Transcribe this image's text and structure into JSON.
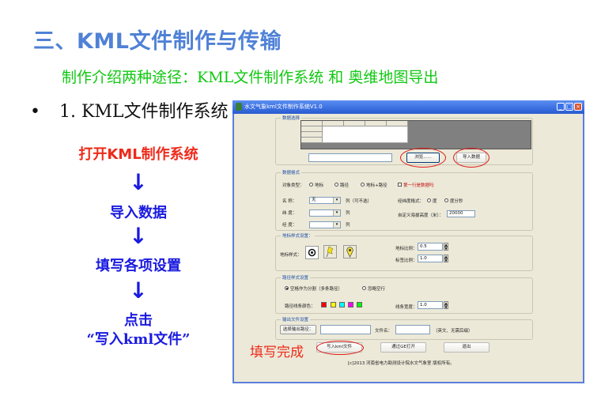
{
  "slide": {
    "title": "三、KML文件制作与传输",
    "subtitle": "制作介绍两种途径：KML文件制作系统 和 奥维地图导出",
    "bullet_dot": "•",
    "bullet": "1. KML文件制作系统",
    "flow": {
      "steps": [
        "打开KML制作系统",
        "导入数据",
        "填写各项设置",
        "点击",
        "“写入kml文件”"
      ],
      "arrow": "↓"
    },
    "annotation_done": "填写完成",
    "colors": {
      "title": "#4f81d6",
      "subtitle": "#11c811",
      "flow_first": "#ee2a1a",
      "flow_steps": "#1a1ae0",
      "highlight_ellipse": "#e01818"
    }
  },
  "window": {
    "title": "水文气象kml文件制作系统V1.0",
    "controls": {
      "minimize": "_",
      "maximize": "□",
      "close": "×"
    },
    "data_select": {
      "label": "数据选择",
      "file_path_value": "",
      "browse_button": "浏览......",
      "import_button": "导入数据"
    },
    "data_format": {
      "label": "数据格式",
      "object_type_label": "对象类型：",
      "object_types": [
        "地标",
        "路径",
        "地标+路径"
      ],
      "first_row_checkbox": "第一行是数据吗",
      "name_label": "名 称：",
      "name_value": "无",
      "name_suffix": "列（可不选）",
      "lat_label": "纬 度：",
      "lat_value": "",
      "lat_suffix": "列",
      "lon_label": "经 度：",
      "lon_value": "",
      "lon_suffix": "列",
      "coord_format_label": "经纬度格式：",
      "coord_formats": [
        "度",
        "度分秒"
      ],
      "view_height_label": "自定义海拔高度（米）：",
      "view_height_value": "20000"
    },
    "placemark_style": {
      "label": "地标样式设置：",
      "style_label": "地标样式：",
      "styles": [
        "target-icon",
        "pushpin-icon",
        "map-pin-icon"
      ],
      "placemark_scale_label": "地标比例：",
      "placemark_scale_value": "0.5",
      "label_scale_label": "标签比例：",
      "label_scale_value": "1.0"
    },
    "path_style": {
      "label": "路径样式设置",
      "split_options": [
        "空格作为分割（多条路径）",
        "忽略空行"
      ],
      "split_selected": 0,
      "line_color_label": "路径线条颜色：",
      "line_colors": [
        "#ff0000",
        "#ffff00",
        "#00ffff",
        "#ff00ff",
        "#00ff00"
      ],
      "line_width_label": "线条宽度：",
      "line_width_value": "1.0"
    },
    "output": {
      "label": "输出文件设置",
      "choose_path_button": "选择输出路径：",
      "path_value": "",
      "filename_label": "文件名：",
      "filename_value": "",
      "filename_hint": "（英文、无需后缀）"
    },
    "actions": {
      "write_kml": "写入kml文件",
      "open_ge": "通过GE打开",
      "exit": "退出"
    },
    "copyright": "[c]2013 河南省电力勘测设计院水文气象室 版权所有。"
  }
}
